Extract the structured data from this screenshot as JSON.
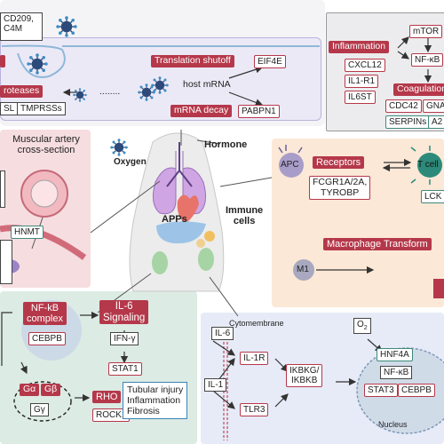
{
  "colors": {
    "accent_red": "#b5384a",
    "panel_lavender": "#ece9f7",
    "panel_pink": "#f6dde0",
    "panel_green": "#dcebe4",
    "panel_peach": "#fbe8d6",
    "panel_blue": "#e6ebf7",
    "panel_grey": "#eeeeef"
  },
  "icons": [
    "virus-icon",
    "lungs-icon",
    "heart-icon",
    "liver-icon",
    "kidney-icon",
    "immune-cell-icon",
    "apc-cell-icon",
    "t-cell-icon",
    "macrophage-icon",
    "nucleus-icon"
  ],
  "receptors_top": "CD209,\nC4M",
  "proteases": {
    "title": "roteases",
    "items": [
      "SL",
      "TMPRSSs"
    ]
  },
  "translation": {
    "shutoff": "Translation shutoff",
    "eif4e": "EIF4E",
    "host_mrna": "host mRNA",
    "decay": "mRNA decay",
    "pabpn1": "PABPN1",
    "dots": "........"
  },
  "inflammation": {
    "title": "Inflammation",
    "items": [
      "CXCL12",
      "IL1-R1",
      "IL6ST"
    ],
    "mtor": "mTOR",
    "nfkb": "NF-κB",
    "coagulation": "Coagulation",
    "coag_items": [
      "CDC42",
      "GNA"
    ],
    "coag_items2": [
      "SERPINs",
      "A2"
    ]
  },
  "artery": {
    "title": "Muscular artery\ncross-section",
    "hnmt": "HNMT"
  },
  "body": {
    "oxygen": "Oxygen",
    "hormone": "Hormone",
    "apps": "APPs",
    "immune": "Immune\ncells"
  },
  "immune_panel": {
    "apc": "APC",
    "receptors": "Receptors",
    "receptor_genes": "FCGR1A/2A,\nTYROBP",
    "tcell": "T cell",
    "lck": "LCK",
    "macrophage": "Macrophage Transform",
    "m1": "M1"
  },
  "kidney_panel": {
    "nfkb": "NF-kB\ncomplex",
    "cebpb": "CEBPB",
    "il6": "IL-6\nSignaling",
    "ifng": "IFN-γ",
    "stat1": "STAT1",
    "ga": "Gα",
    "gb": "Gβ",
    "gy": "Gγ",
    "rho": "RHO",
    "rock1": "ROCK1",
    "outcome": "Tubular injury\nInflammation\nFibrosis"
  },
  "liver_panel": {
    "il6": "IL-6",
    "il1": "IL-1",
    "cytomembrane": "Cytomembrane",
    "il1r": "IL-1R",
    "tlr3": "TLR3",
    "ikbkg": "IKBKG/\nIKBKB",
    "o2": "O",
    "o2_sub": "2",
    "hnf4a": "HNF4A",
    "nfkb": "NF-κB",
    "stat3": "STAT3",
    "cebpb": "CEBPB",
    "nucleus": "Nucleus"
  }
}
